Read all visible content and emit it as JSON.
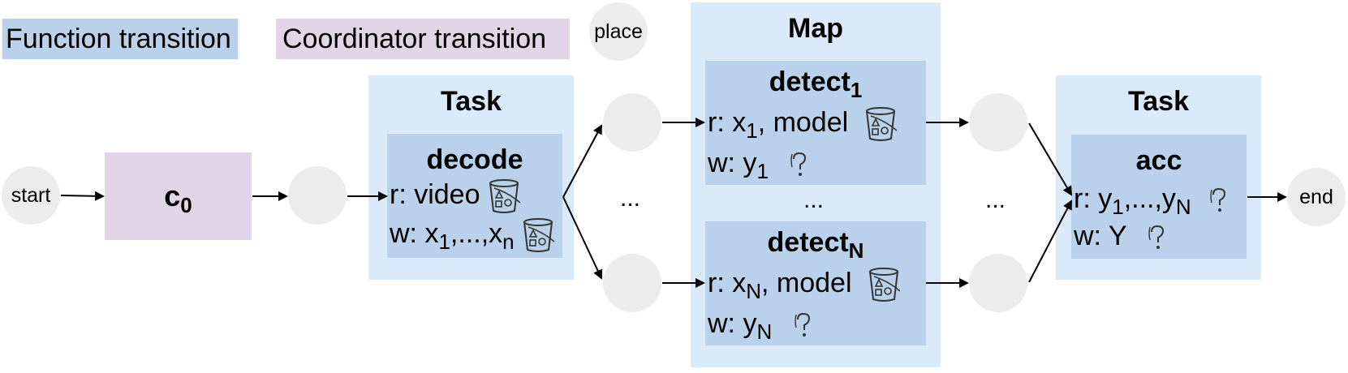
{
  "legend": {
    "function": "Function transition",
    "coordinator": "Coordinator transition",
    "place": "place"
  },
  "colors": {
    "function_fill": "#b9d1ea",
    "task_fill": "#dbeafb",
    "coordinator_fill": "#e1d5e7",
    "place_fill": "#ececec"
  },
  "places": {
    "start": "start",
    "end": "end"
  },
  "coordinator": {
    "name": "c",
    "sub": "0"
  },
  "task1": {
    "title": "Task",
    "fn": "decode",
    "r_prefix": "r: video",
    "w_prefix": "w: x",
    "w_sub1": "1",
    "w_mid": ",...,x",
    "w_subn": "n"
  },
  "map": {
    "title": "Map",
    "detect1": {
      "name": "detect",
      "sub": "1",
      "r_prefix": "r: x",
      "r_sub": "1",
      "r_suffix": ", model",
      "w_prefix": "w: y",
      "w_sub": "1"
    },
    "detectN": {
      "name": "detect",
      "sub": "N",
      "r_prefix": "r: x",
      "r_sub": "N",
      "r_suffix": ", model",
      "w_prefix": "w: y",
      "w_sub": "N"
    },
    "ellipsis": "..."
  },
  "task2": {
    "title": "Task",
    "fn": "acc",
    "r_prefix": "r: y",
    "r_sub1": "1",
    "r_mid": ",...,y",
    "r_subN": "N",
    "w_text": "w: Y"
  },
  "ellipsis_left": "...",
  "ellipsis_right": "...",
  "icons": {
    "storage": "bucket-icon",
    "unknown": "question-icon"
  }
}
